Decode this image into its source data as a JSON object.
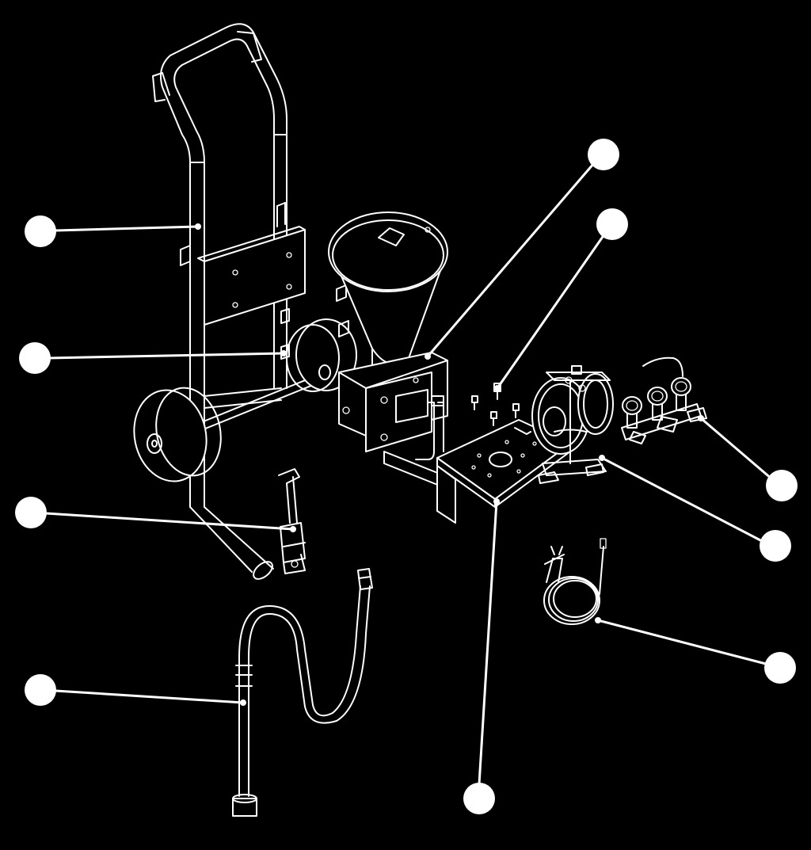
{
  "diagram": {
    "background": "#000000",
    "line_color": "#ffffff",
    "parts": [
      {
        "id": "cart-frame",
        "icon": "cart-frame-icon"
      },
      {
        "id": "inlet-fitting",
        "icon": "fitting-icon"
      },
      {
        "id": "ball-valve",
        "icon": "valve-icon"
      },
      {
        "id": "suction-hose",
        "icon": "hose-icon"
      },
      {
        "id": "hopper",
        "icon": "hopper-icon"
      },
      {
        "id": "mounting-screws",
        "icon": "screw-icon"
      },
      {
        "id": "mounting-plate",
        "icon": "plate-icon"
      },
      {
        "id": "diaphragm-pump",
        "icon": "pump-icon"
      },
      {
        "id": "pressure-manifold",
        "icon": "gauge-icon"
      },
      {
        "id": "ground-wire",
        "icon": "ground-clamp-icon"
      }
    ],
    "callouts": [
      {
        "id": "callout-cart-frame",
        "label": ""
      },
      {
        "id": "callout-inlet-fitting",
        "label": ""
      },
      {
        "id": "callout-ball-valve",
        "label": ""
      },
      {
        "id": "callout-suction-hose",
        "label": ""
      },
      {
        "id": "callout-hopper",
        "label": ""
      },
      {
        "id": "callout-mounting-screws",
        "label": ""
      },
      {
        "id": "callout-manifold",
        "label": ""
      },
      {
        "id": "callout-pump",
        "label": ""
      },
      {
        "id": "callout-ground-wire",
        "label": ""
      },
      {
        "id": "callout-mounting-plate",
        "label": ""
      }
    ]
  }
}
